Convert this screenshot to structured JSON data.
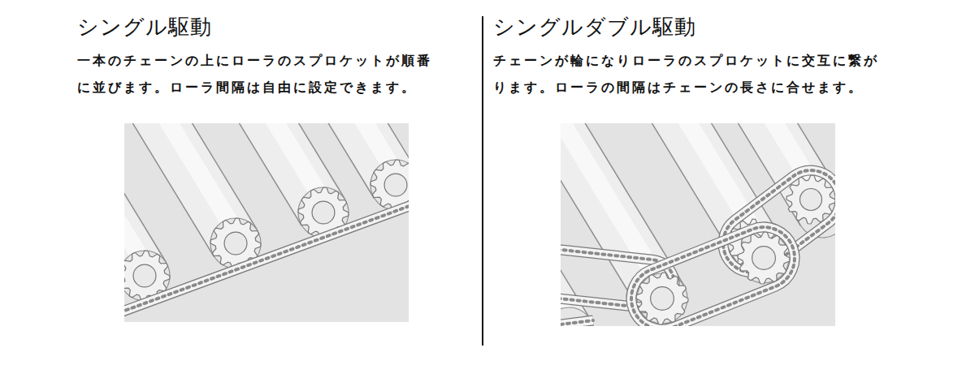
{
  "diagram": {
    "labels": [
      "シングル駆動",
      "一本のチェーンの上にローラのスプロケットが順番に並びます。ローラ間隔は自由に設定できます。",
      "シングルダブル駆動",
      "チェーンが輪になりローラのスプロケットに交互に繋がります。ローラの間隔はチェーンの長さに合せます。"
    ]
  }
}
